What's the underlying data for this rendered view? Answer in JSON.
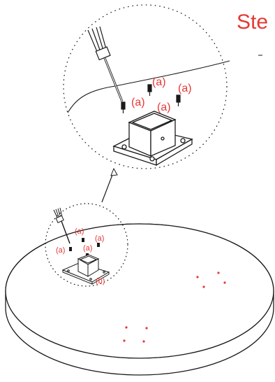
{
  "step_title": "Ste",
  "colors": {
    "accent_red": "#e53935",
    "line": "#1a1a1a",
    "background": "#ffffff"
  },
  "callout_detail": {
    "labels": [
      "(a)",
      "(a)",
      "(a)",
      "(a)"
    ]
  },
  "overview": {
    "labels_a": [
      "(a)",
      "(a)",
      "(a)",
      "(a)"
    ],
    "label_b": "(b)"
  },
  "icons": [
    "screwdriver-icon",
    "screw-icon",
    "post-base-bracket-icon",
    "round-tabletop-icon",
    "arrow-up-icon"
  ]
}
